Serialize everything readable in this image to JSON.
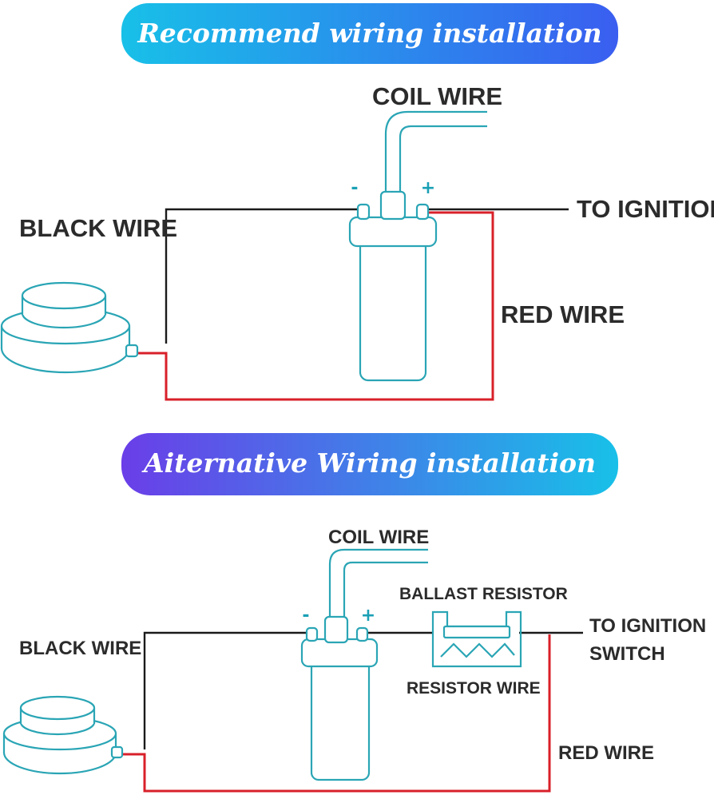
{
  "colors": {
    "banner_grad_a": "#18c0e8",
    "banner_grad_b": "#3a5ef0",
    "banner_grad_c": "#6a3ee8",
    "component_outline": "#2aa5b5",
    "black_wire": "#1a1a1a",
    "red_wire": "#d8202a",
    "label_text": "#2b2b2b"
  },
  "top": {
    "banner": "Recommend wiring installation",
    "coil_wire": "COIL WIRE",
    "minus": "-",
    "plus": "+",
    "to_ignition": "TO IGNITION",
    "black_wire": "BLACK WIRE",
    "red_wire": "RED WIRE"
  },
  "bottom": {
    "banner": "Aiternative Wiring installation",
    "coil_wire": "COIL WIRE",
    "minus": "-",
    "plus": "+",
    "ballast_resistor": "BALLAST RESISTOR",
    "resistor_wire": "RESISTOR WIRE",
    "to_ignition_line1": "TO IGNITION",
    "to_ignition_line2": "SWITCH",
    "black_wire": "BLACK WIRE",
    "red_wire": "RED WIRE"
  }
}
